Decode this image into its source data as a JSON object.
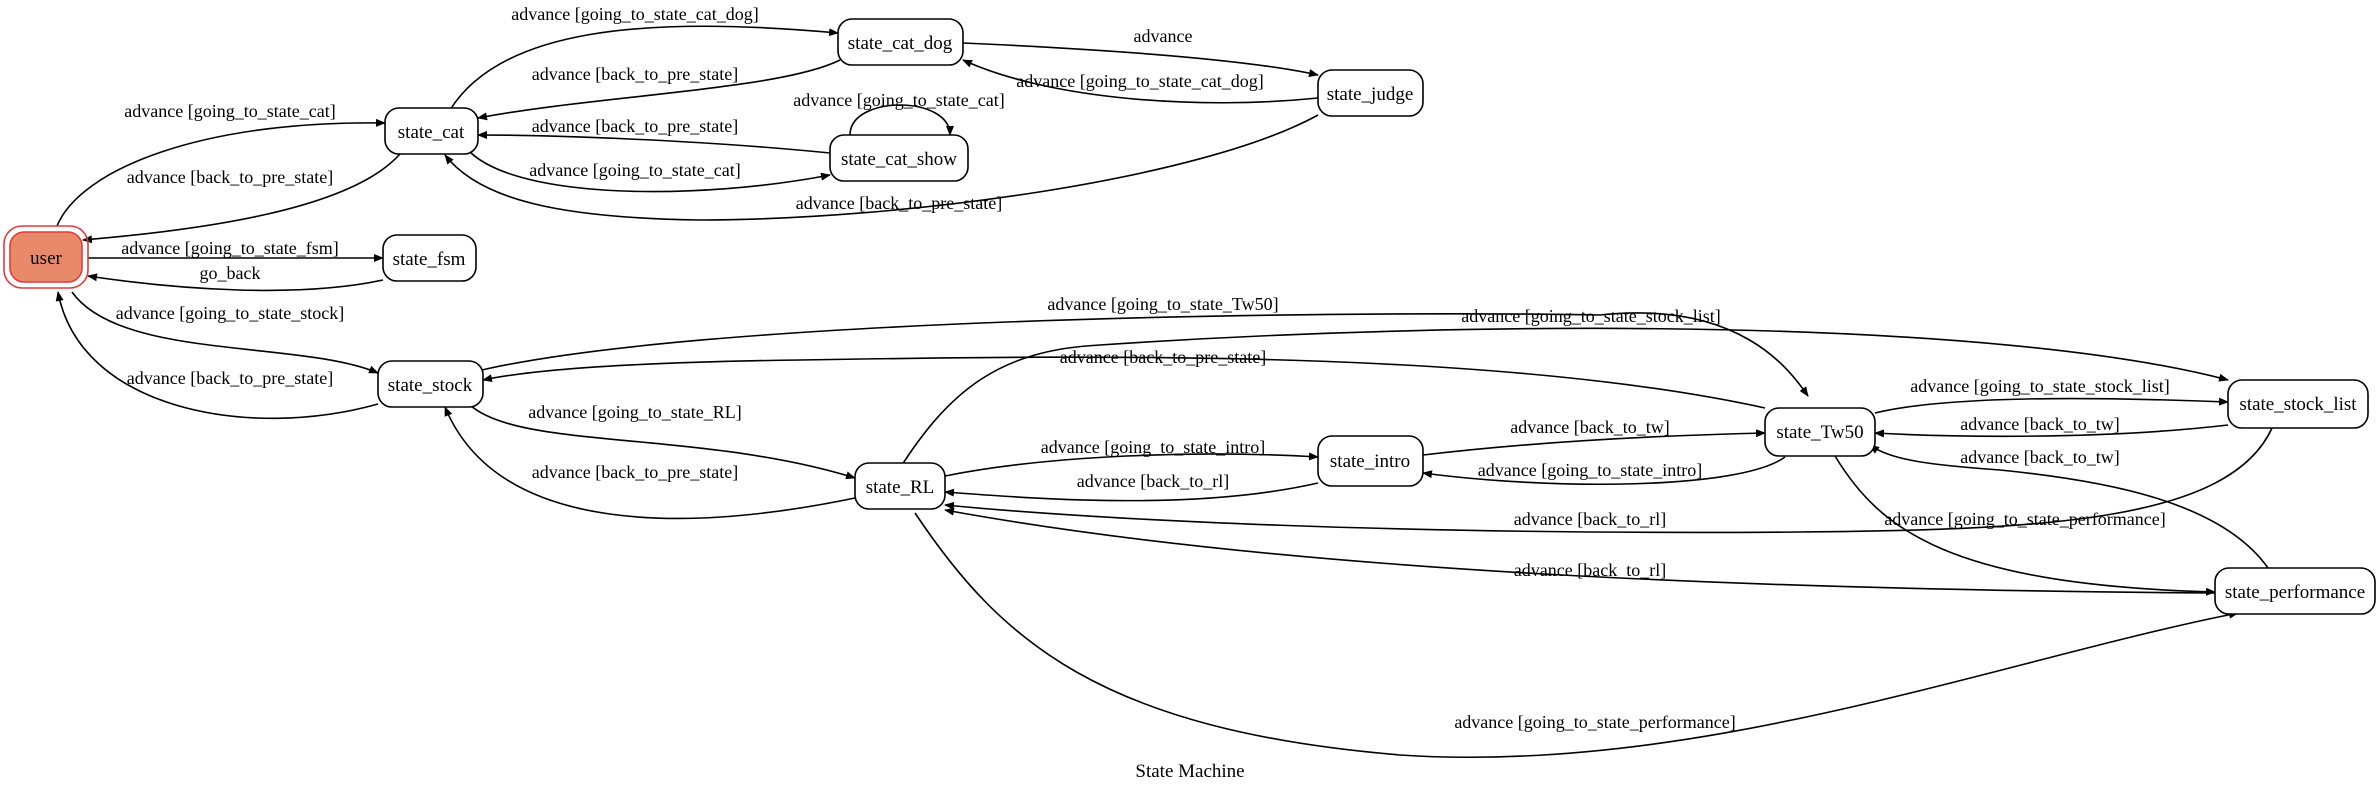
{
  "caption": "State Machine",
  "colors": {
    "stroke": "#000000",
    "initial_fill": "#e8896a",
    "initial_border": "#e03c3c",
    "node_fill": "#ffffff"
  },
  "nodes": {
    "user": "user",
    "state_cat": "state_cat",
    "state_cat_dog": "state_cat_dog",
    "state_judge": "state_judge",
    "state_cat_show": "state_cat_show",
    "state_fsm": "state_fsm",
    "state_stock": "state_stock",
    "state_RL": "state_RL",
    "state_intro": "state_intro",
    "state_Tw50": "state_Tw50",
    "state_stock_list": "state_stock_list",
    "state_performance": "state_performance"
  },
  "edges": {
    "user_to_cat": "advance [going_to_state_cat]",
    "cat_to_user": "advance [back_to_pre_state]",
    "cat_to_catdog": "advance [going_to_state_cat_dog]",
    "catdog_to_cat": "advance [back_to_pre_state]",
    "catdog_to_judge": "advance",
    "judge_to_catdog": "advance [going_to_state_cat_dog]",
    "catshow_self": "advance [going_to_state_cat]",
    "catshow_to_cat": "advance [back_to_pre_state]",
    "cat_to_catshow": "advance [going_to_state_cat]",
    "judge_to_cat": "advance [back_to_pre_state]",
    "user_to_fsm": "advance [going_to_state_fsm]",
    "fsm_to_user": "go_back",
    "user_to_stock": "advance [going_to_state_stock]",
    "stock_to_user": "advance [back_to_pre_state]",
    "stock_to_tw50": "advance [going_to_state_Tw50]",
    "rl_to_stocklist": "advance [going_to_state_stock_list]",
    "tw50_to_stock": "advance [back_to_pre_state]",
    "stock_to_rl": "advance [going_to_state_RL]",
    "rl_to_stock": "advance [back_to_pre_state]",
    "rl_to_intro": "advance [going_to_state_intro]",
    "intro_to_rl": "advance [back_to_rl]",
    "intro_to_tw50": "advance [back_to_tw]",
    "tw50_to_intro": "advance [going_to_state_intro]",
    "tw50_to_stocklist": "advance [going_to_state_stock_list]",
    "stocklist_to_tw50": "advance [back_to_tw]",
    "perf_to_tw50": "advance [back_to_tw]",
    "stocklist_to_rl": "advance [back_to_rl]",
    "tw50_to_perf": "advance [going_to_state_performance]",
    "perf_to_rl": "advance [back_to_rl]",
    "rl_to_perf": "advance [going_to_state_performance]"
  }
}
